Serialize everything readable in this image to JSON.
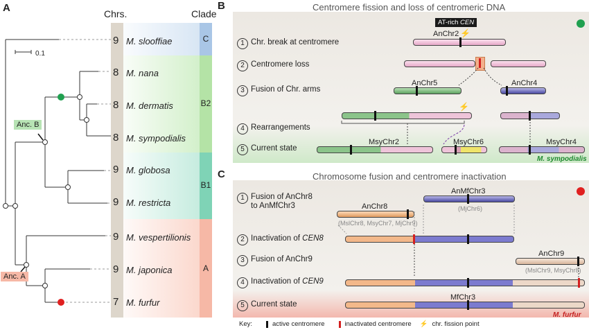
{
  "panelA": {
    "letter": "A",
    "chrs_header": "Chrs.",
    "clade_header": "Clade",
    "scale_label": "0.1",
    "anc_b_label": "Anc. B",
    "anc_a_label": "Anc. A",
    "species": [
      {
        "chrs": "9",
        "name": "M. slooffiae"
      },
      {
        "chrs": "8",
        "name": "M. nana"
      },
      {
        "chrs": "8",
        "name": "M. dermatis"
      },
      {
        "chrs": "8",
        "name": "M. sympodialis"
      },
      {
        "chrs": "9",
        "name": "M. globosa"
      },
      {
        "chrs": "9",
        "name": "M. restricta"
      },
      {
        "chrs": "9",
        "name": "M. vespertilionis"
      },
      {
        "chrs": "9",
        "name": "M. japonica"
      },
      {
        "chrs": "7",
        "name": "M. furfur"
      }
    ],
    "clades": [
      "C",
      "B2",
      "B1",
      "A"
    ],
    "colors": {
      "C": "#a9c6e6",
      "B2": "#b4e3a6",
      "B1": "#7fd3b6",
      "A": "#f6b8a6",
      "green_dot": "#20a050",
      "red_dot": "#e02020"
    }
  },
  "panelB": {
    "letter": "B",
    "title": "Centromere fission and loss of centromeric DNA",
    "badge_prefix": "AT-rich ",
    "badge_cen": "CEN",
    "steps": [
      {
        "num": "1",
        "text": "Chr. break at centromere"
      },
      {
        "num": "2",
        "text": "Centromere loss"
      },
      {
        "num": "3",
        "text": "Fusion of Chr. arms"
      },
      {
        "num": "4",
        "text": "Rearrangements"
      },
      {
        "num": "5",
        "text": "Current state"
      }
    ],
    "labels": {
      "anchr2": "AnChr2",
      "anchr5": "AnChr5",
      "anchr4": "AnChr4",
      "msychr2": "MsyChr2",
      "msychr6": "MsyChr6",
      "msychr4": "MsyChr4"
    },
    "species": "M. sympodialis"
  },
  "panelC": {
    "letter": "C",
    "title": "Chromosome fusion and centromere inactivation",
    "steps": [
      {
        "num": "1",
        "text": "Fusion of AnChr8",
        "text2": "to AnMfChr3"
      },
      {
        "num": "2",
        "text": "Inactivation of ",
        "italic": "CEN8"
      },
      {
        "num": "3",
        "text": "Fusion of AnChr9"
      },
      {
        "num": "4",
        "text": "Inactivation of ",
        "italic": "CEN9"
      },
      {
        "num": "5",
        "text": "Current state"
      }
    ],
    "labels": {
      "anmfchr3": "AnMfChr3",
      "mjchr6": "(MjChr6)",
      "anchr8": "AnChr8",
      "anchr8_sub": "(MslChr8, MsyChr7, MjChr9)",
      "anchr9": "AnChr9",
      "anchr9_sub": "(MslChr9, MsyChr8)",
      "mfchr3": "MfChr3"
    },
    "species": "M. furfur"
  },
  "key": {
    "label": "Key:",
    "active": "active centromere",
    "inactive": "inactivated centromere",
    "fission": "chr. fission point"
  }
}
